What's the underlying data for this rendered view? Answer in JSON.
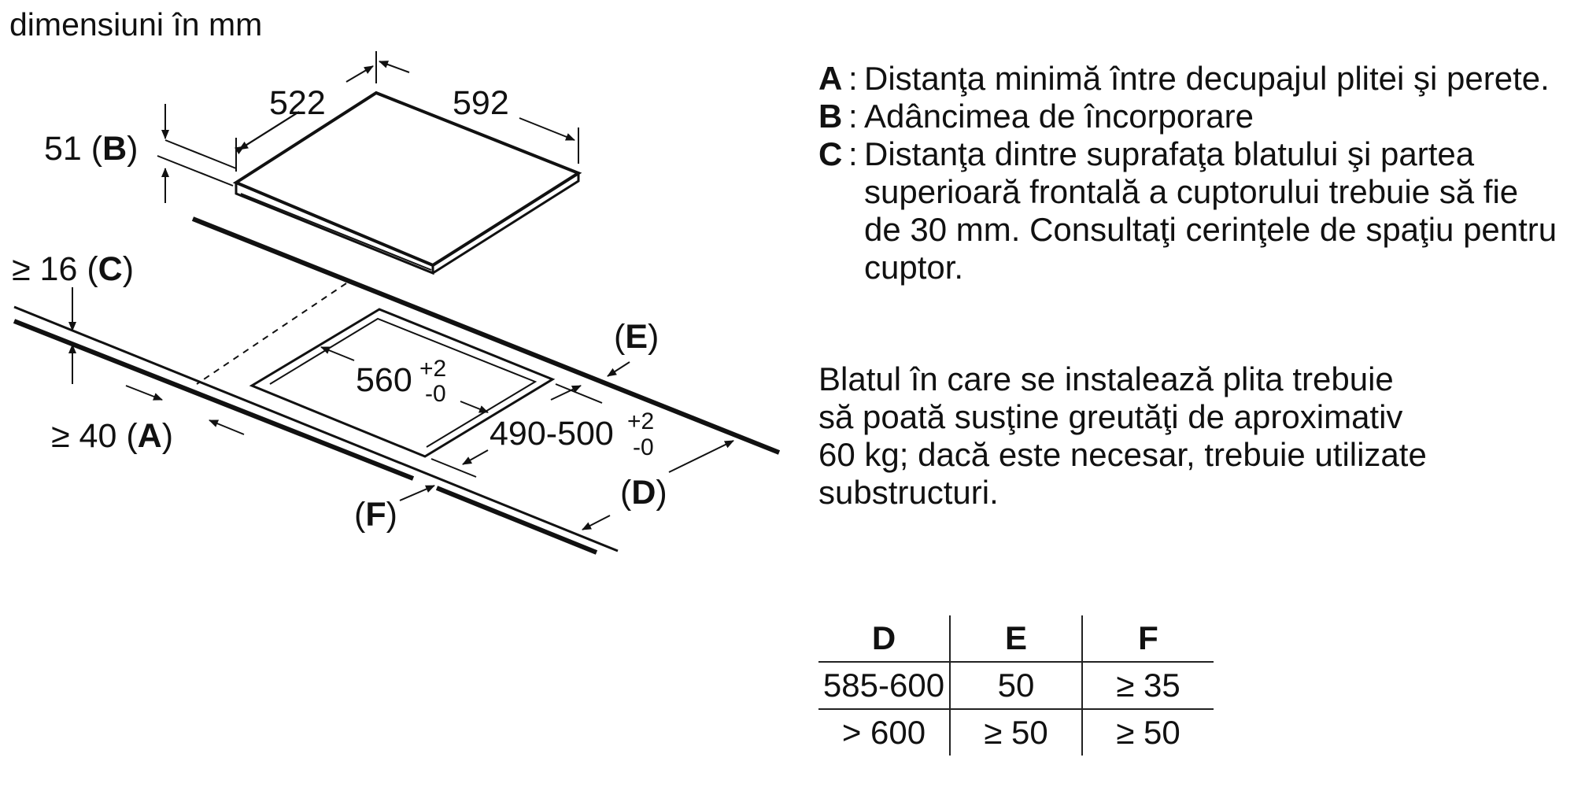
{
  "caption": "dimensiuni în mm",
  "diagram": {
    "hob_depth": "522",
    "hob_width": "592",
    "depth_B": "51 (",
    "depth_B_key": "B",
    "depth_B_close": ")",
    "gap_C": "≥ 16 (",
    "gap_C_key": "C",
    "gap_C_close": ")",
    "gap_A": "≥ 40 (",
    "gap_A_key": "A",
    "gap_A_close": ")",
    "cutout_width": "560",
    "cutout_width_tol_plus": "+2",
    "cutout_width_tol_minus": "-0",
    "cutout_depth": "490-500",
    "cutout_depth_tol_plus": "+2",
    "cutout_depth_tol_minus": "-0",
    "marker_E": "(",
    "marker_E_key": "E",
    "marker_E_close": ")",
    "marker_D": "(",
    "marker_D_key": "D",
    "marker_D_close": ")",
    "marker_F": "(",
    "marker_F_key": "F",
    "marker_F_close": ")"
  },
  "legend": [
    {
      "key": "A",
      "text": "Distanţa minimă între decupajul plitei şi perete."
    },
    {
      "key": "B",
      "text": "Adâncimea de încorporare"
    },
    {
      "key": "C",
      "text": "Distanţa dintre suprafaţa blatului şi partea superioară frontală a cuptorului trebuie să fie de 30 mm. Consultaţi cerinţele de spaţiu pentru cuptor."
    }
  ],
  "note_lines": [
    "Blatul în care se instalează plita trebuie",
    "să poată susţine greutăţi de aproximativ",
    "60 kg; dacă este necesar, trebuie utilizate",
    "substructuri."
  ],
  "table": {
    "headers": [
      "D",
      "E",
      "F"
    ],
    "rows": [
      [
        "585-600",
        "50",
        "≥ 35"
      ],
      [
        "> 600",
        "≥ 50",
        "≥ 50"
      ]
    ]
  }
}
